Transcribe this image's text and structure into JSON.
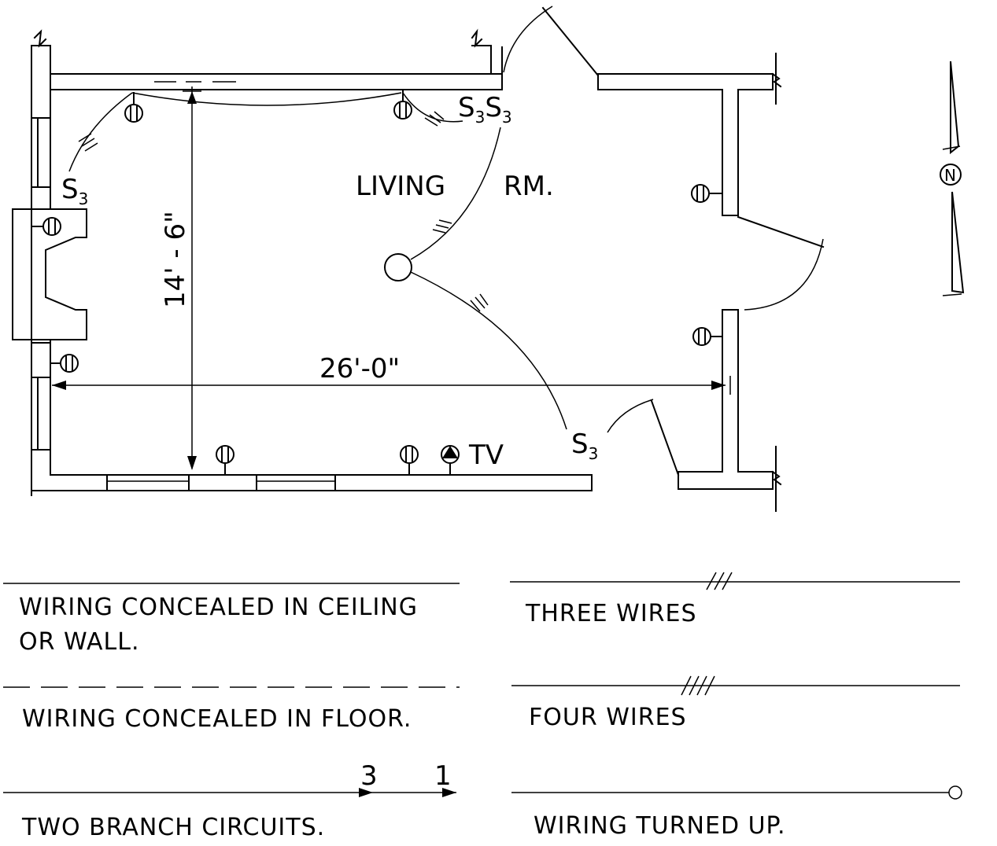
{
  "room": {
    "label_1": "LIVING",
    "label_2": "RM.",
    "width_dim": "26'-0\"",
    "depth_dim": "14' - 6\""
  },
  "symbols": {
    "switch_letter": "S",
    "switch_sub": "3",
    "tv_label": "TV",
    "north_label": "N"
  },
  "legend": {
    "ceiling_wall_line1": "WIRING CONCEALED IN CEILING",
    "ceiling_wall_line2": "OR WALL.",
    "floor": "WIRING CONCEALED IN FLOOR.",
    "branch": "TWO BRANCH CIRCUITS.",
    "branch_num_a": "3",
    "branch_num_b": "1",
    "three": "THREE WIRES",
    "four": "FOUR WIRES",
    "turned_up": "WIRING TURNED UP."
  }
}
